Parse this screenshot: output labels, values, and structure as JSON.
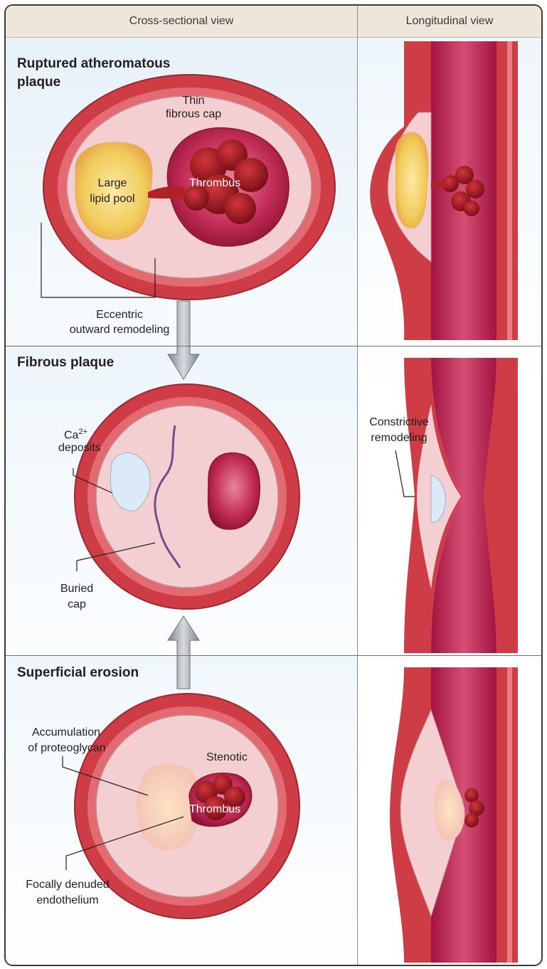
{
  "header": {
    "col1": "Cross-sectional view",
    "col2": "Longitudinal view"
  },
  "sections": {
    "ruptured": {
      "title_line1": "Ruptured atheromatous",
      "title_line2": "plaque",
      "thin_cap_line1": "Thin",
      "thin_cap_line2": "fibrous cap",
      "lipid_line1": "Large",
      "lipid_line2": "lipid pool",
      "thrombus": "Thrombus",
      "remodel_line1": "Eccentric",
      "remodel_line2": "outward remodeling"
    },
    "fibrous": {
      "title": "Fibrous plaque",
      "ca_base": "Ca",
      "ca_sup": "2+",
      "ca_line2": "deposits",
      "buried_line1": "Buried",
      "buried_line2": "cap",
      "constrictive_line1": "Constrictive",
      "constrictive_line2": "remodeling"
    },
    "erosion": {
      "title": "Superficial erosion",
      "accum_line1": "Accumulation",
      "accum_line2": "of proteoglycan",
      "stenotic": "Stenotic",
      "thrombus": "Thrombus",
      "denuded_line1": "Focally denuded",
      "denuded_line2": "endothelium"
    }
  },
  "colors": {
    "header_bg": "#eee7d9",
    "vessel_wall": "#d9474f",
    "intima": "#f2c9cb",
    "lumen": "#b01e48",
    "thrombus": "#9e1a22",
    "lipid": "#f3cf62",
    "calcium": "#c8dcef",
    "arrow": "#a9adb3"
  }
}
